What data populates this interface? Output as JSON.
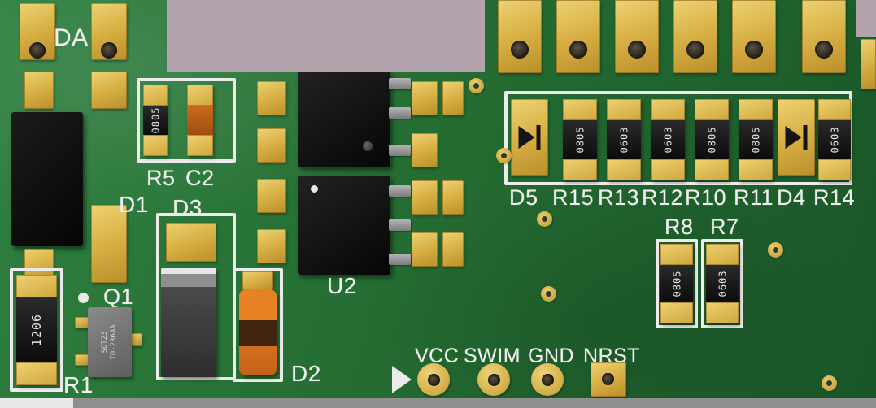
{
  "labels": {
    "da": "DA",
    "r5": "R5",
    "c2": "C2",
    "d1": "D1",
    "d3": "D3",
    "q1": "Q1",
    "r1": "R1",
    "u2": "U2",
    "d2": "D2",
    "vcc": "VCC",
    "swim": "SWIM",
    "gnd": "GND",
    "nrst": "NRST",
    "d5": "D5",
    "r15": "R15",
    "r13": "R13",
    "r12": "R12",
    "r10": "R10",
    "r11": "R11",
    "d4": "D4",
    "r14": "R14",
    "r8": "R8",
    "r7": "R7"
  },
  "markings": {
    "r5": "0805",
    "r1": "1206",
    "q1_line1": "SOT23",
    "q1_line2": "TO-236AA",
    "r15": "0805",
    "r13": "0603",
    "r12": "0603",
    "r10": "0805",
    "r11": "0805",
    "r14": "0603",
    "r8": "0805",
    "r7": "0603"
  },
  "colors": {
    "board_green": "#25702f",
    "pad_gold": "#d9b04a",
    "silkscreen_white": "#f0f0f0",
    "component_black": "#141414",
    "capacitor_orange": "#d9781e",
    "background_gray": "#b3a3ad"
  }
}
